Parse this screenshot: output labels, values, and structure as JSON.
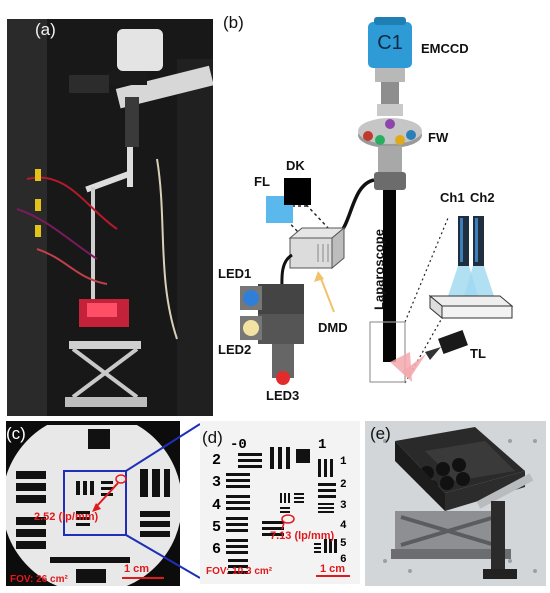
{
  "panels": {
    "a": {
      "label": "(a)"
    },
    "b": {
      "label": "(b)",
      "camera_label": "C1",
      "emccd": "EMCCD",
      "fw": "FW",
      "fl": "FL",
      "dk": "DK",
      "ch1": "Ch1",
      "ch2": "Ch2",
      "led1": "LED1",
      "led2": "LED2",
      "led3": "LED3",
      "dmd": "DMD",
      "laparoscope": "Laparoscope",
      "tl": "TL"
    },
    "c": {
      "label": "(c)",
      "resolution": "2.52 (lp/mm)",
      "fov": "FOV: 26 cm²",
      "scale": "1 cm"
    },
    "d": {
      "label": "(d)",
      "resolution": "7.13 (lp/mm)",
      "fov": "FOV: 10.3 cm²",
      "scale": "1 cm",
      "target_numbers": [
        "-0",
        "1",
        "2",
        "3",
        "4",
        "5",
        "6",
        "1",
        "2",
        "3",
        "4",
        "5",
        "6"
      ]
    },
    "e": {
      "label": "(e)"
    }
  },
  "colors": {
    "emccd_blue": "#2e9bd6",
    "fl_square": "#5bb8ec",
    "dk_square": "#000000",
    "resolution_red": "#e0191b",
    "zoom_box_blue": "#1f2fb8",
    "excitation_pink": "#f4a8ad"
  }
}
